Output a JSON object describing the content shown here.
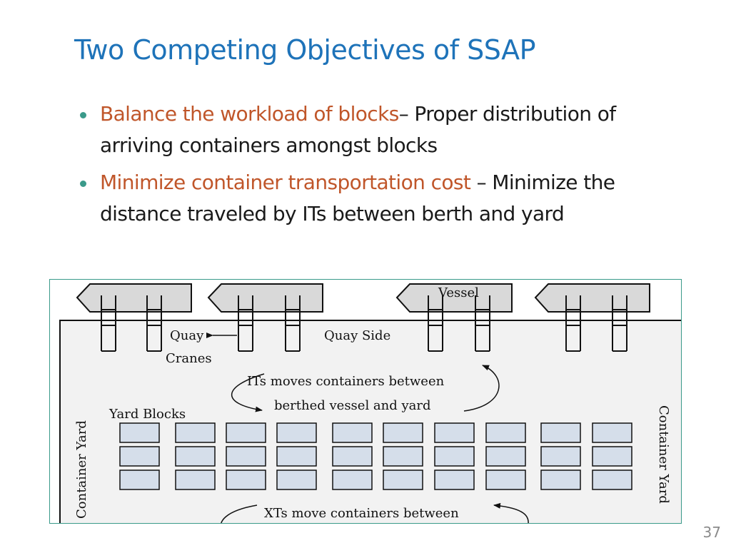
{
  "slide": {
    "title": "Two Competing Objectives of SSAP",
    "bullets": [
      {
        "highlight": "Balance the workload of blocks",
        "rest": "– Proper distribution of arriving containers amongst blocks"
      },
      {
        "highlight": "Minimize container transportation cost",
        "rest": " – Minimize the distance traveled by ITs between berth and yard"
      }
    ],
    "page_number": "37"
  },
  "diagram": {
    "labels": {
      "vessel": "Vessel",
      "quay_cranes_line1": "Quay",
      "quay_cranes_line2": "Cranes",
      "quay_side": "Quay Side",
      "its_line1": "ITs moves containers between",
      "its_line2": "berthed vessel and yard",
      "yard_blocks": "Yard Blocks",
      "container_yard_left": "Container Yard",
      "container_yard_right": "Container Yard",
      "xts_line1": "XTs move containers between"
    },
    "colors": {
      "vessel_fill": "#D9D9D9",
      "yard_fill": "#F2F2F2",
      "block_fill": "#D5DEEA"
    }
  }
}
